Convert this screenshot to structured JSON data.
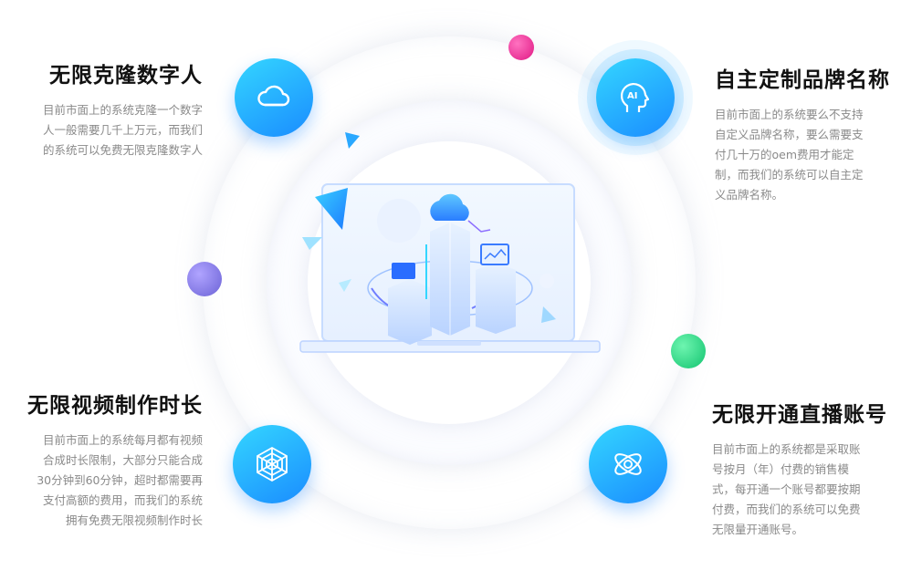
{
  "features": [
    {
      "title": "无限克隆数字人",
      "desc_lines": [
        "目前市面上的系统克隆一个数字",
        "人一般需要几千上万元，而我们",
        "的系统可以免费无限克隆数字人"
      ],
      "icon": "cloud-icon"
    },
    {
      "title": "自主定制品牌名称",
      "desc_lines": [
        "目前市面上的系统要么不支持",
        "自定义品牌名称，要么需要支",
        "付几十万的oem费用才能定",
        "制，而我们的系统可以自主定",
        "义品牌名称。"
      ],
      "icon": "ai-head-icon",
      "icon_text": "AI"
    },
    {
      "title": "无限视频制作时长",
      "desc_lines": [
        "目前市面上的系统每月都有视频",
        "合成时长限制，大部分只能合成",
        "30分钟到60分钟，超时都需要再",
        "支付高额的费用，而我们的系统",
        "拥有免费无限视频制作时长"
      ],
      "icon": "web-icon"
    },
    {
      "title": "无限开通直播账号",
      "desc_lines": [
        "目前市面上的系统都是采取账",
        "号按月（年）付费的销售模",
        "式，每开通一个账号都要按期",
        "付费，而我们的系统可以免费",
        "无限量开通账号。"
      ],
      "icon": "atom-icon"
    }
  ],
  "colors": {
    "accent_blue": "#1a8cff",
    "accent_cyan": "#34d6ff",
    "dot_pink": "#e01884",
    "dot_purple": "#6b62d6",
    "dot_green": "#12c36f"
  }
}
